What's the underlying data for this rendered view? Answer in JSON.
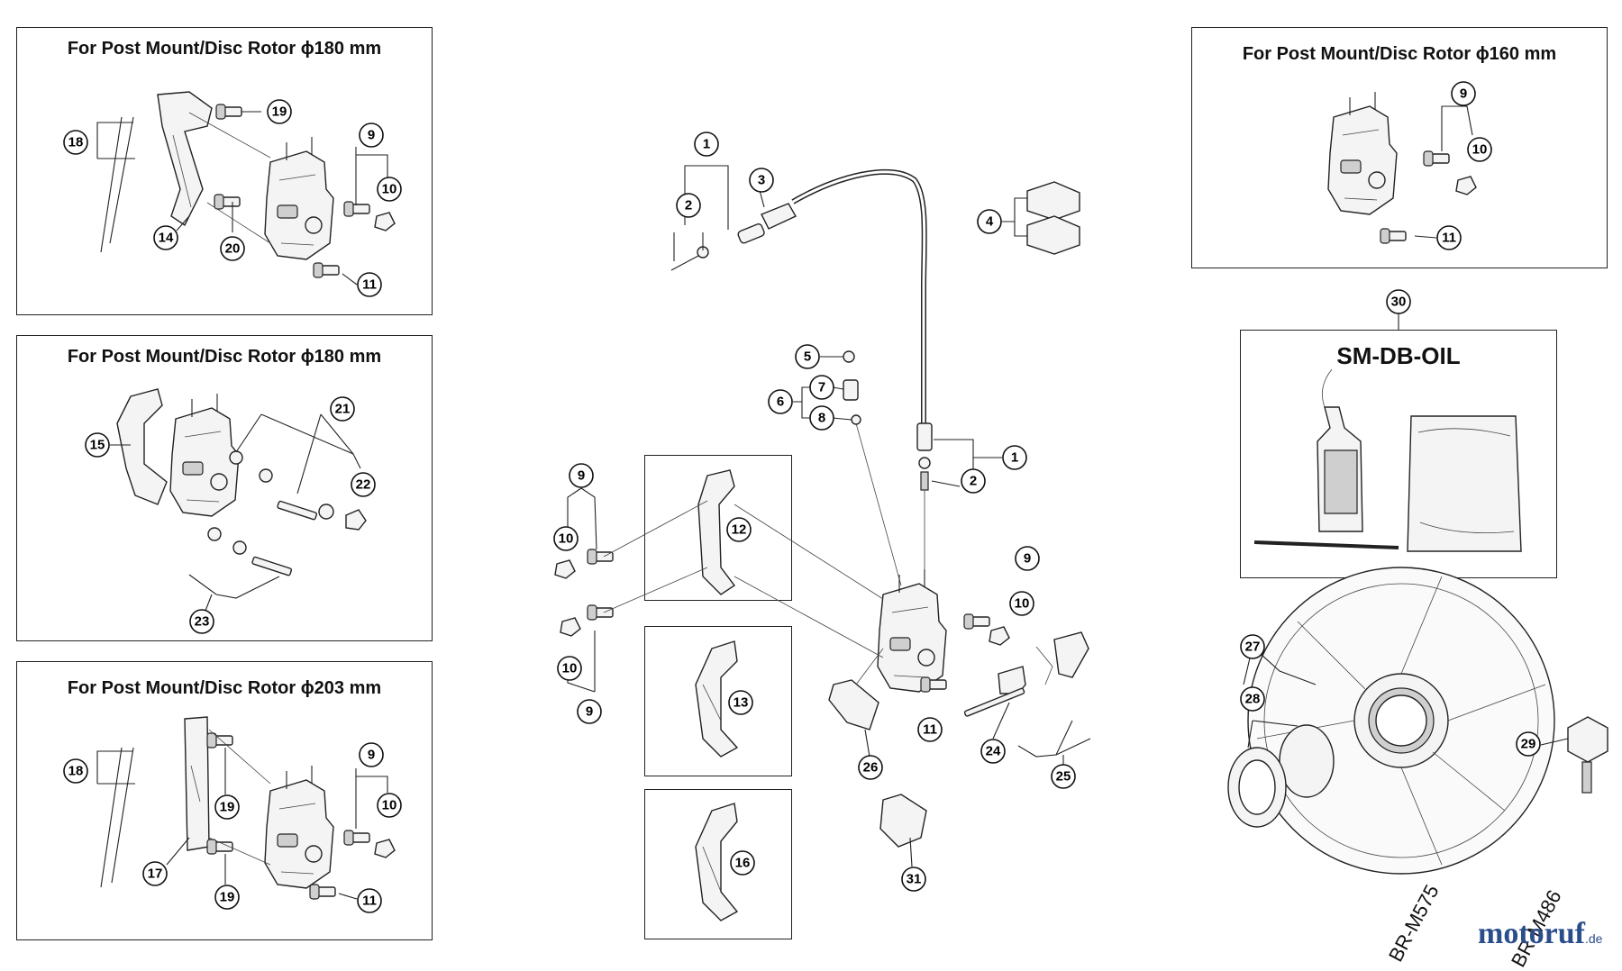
{
  "panels": {
    "pm180_a": {
      "title": "For Post Mount/Disc Rotor ϕ180 mm"
    },
    "pm180_b": {
      "title": "For Post Mount/Disc Rotor ϕ180 mm"
    },
    "pm203": {
      "title": "For Post Mount/Disc Rotor ϕ203 mm"
    },
    "pm160": {
      "title": "For Post Mount/Disc Rotor ϕ160 mm"
    },
    "oil": {
      "title": "SM-DB-OIL"
    }
  },
  "callouts": {
    "c1": "1",
    "c2": "2",
    "c3": "3",
    "c4": "4",
    "c5": "5",
    "c6": "6",
    "c7": "7",
    "c8": "8",
    "c9": "9",
    "c10": "10",
    "c11": "11",
    "c12": "12",
    "c13": "13",
    "c14": "14",
    "c15": "15",
    "c16": "16",
    "c17": "17",
    "c18": "18",
    "c19": "19",
    "c20": "20",
    "c21": "21",
    "c22": "22",
    "c23": "23",
    "c24": "24",
    "c25": "25",
    "c26": "26",
    "c27": "27",
    "c28": "28",
    "c29": "29",
    "c30": "30",
    "c31": "31"
  },
  "models": {
    "m1": "BR-M575",
    "m2": "BR-M486"
  },
  "watermark": {
    "text": "motoruf",
    "suffix": ".de"
  }
}
